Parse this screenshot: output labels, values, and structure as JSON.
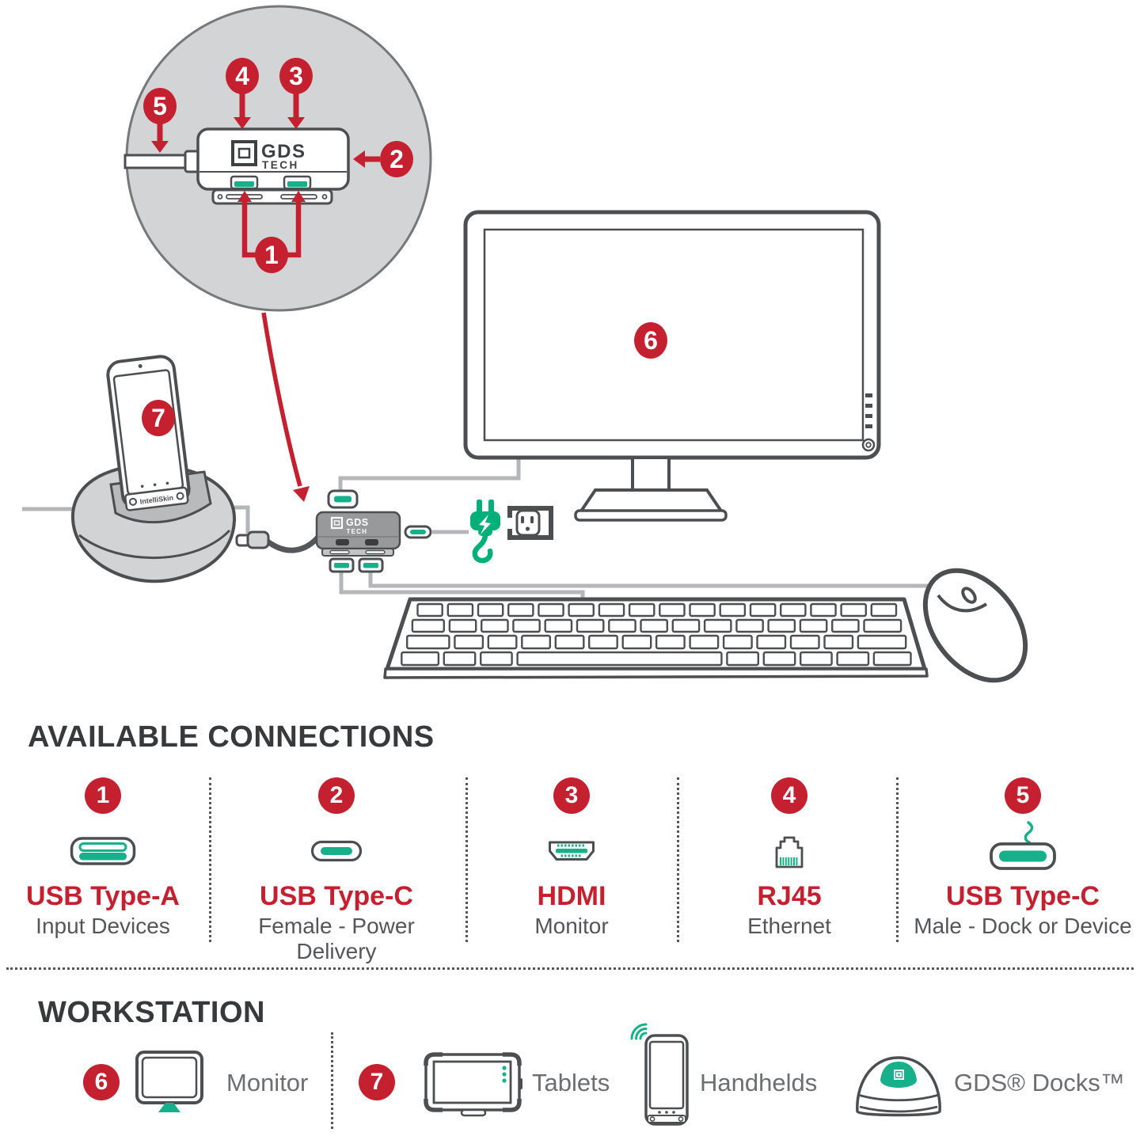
{
  "colors": {
    "red": "#c4202f",
    "teal": "#16b18a",
    "green": "#00b077",
    "outline": "#4d4e50",
    "cable_gray": "#b4b6b8",
    "inset_gray": "#d3d4d6",
    "hub_gray": "#98999b",
    "title_color": "#38393b",
    "label_gray": "#6d6e71",
    "desc_gray": "#55565a"
  },
  "inset": {
    "callout_1": "1",
    "callout_2": "2",
    "callout_3": "3",
    "callout_4": "4",
    "callout_5": "5",
    "hub_logo_name": "GDS",
    "hub_logo_sub": "TECH"
  },
  "scene": {
    "monitor_callout": "6",
    "phone_callout": "7",
    "phone_brand": "IntelliSkin",
    "hub_logo_name": "GDS",
    "hub_logo_sub": "TECH"
  },
  "available_connections": {
    "title": "AVAILABLE CONNECTIONS",
    "items": [
      {
        "number": "1",
        "name": "USB Type-A",
        "description": "Input Devices",
        "icon": "usb-type-a-port-icon"
      },
      {
        "number": "2",
        "name": "USB Type-C",
        "description": "Female - Power Delivery",
        "icon": "usb-type-c-port-icon"
      },
      {
        "number": "3",
        "name": "HDMI",
        "description": "Monitor",
        "icon": "hdmi-port-icon"
      },
      {
        "number": "4",
        "name": "RJ45",
        "description": "Ethernet",
        "icon": "rj45-port-icon"
      },
      {
        "number": "5",
        "name": "USB Type-C",
        "description": "Male - Dock or Device",
        "icon": "usb-type-c-male-icon"
      }
    ]
  },
  "workstation": {
    "title": "WORKSTATION",
    "items": [
      {
        "number": "6",
        "label": "Monitor",
        "icon": "monitor-icon"
      },
      {
        "number": "7",
        "label": "Tablets",
        "icon": "tablet-icon"
      },
      {
        "number": "",
        "label": "Handhelds",
        "icon": "handheld-icon"
      },
      {
        "number": "",
        "label": "GDS® Docks™",
        "icon": "gds-dock-icon"
      }
    ]
  }
}
